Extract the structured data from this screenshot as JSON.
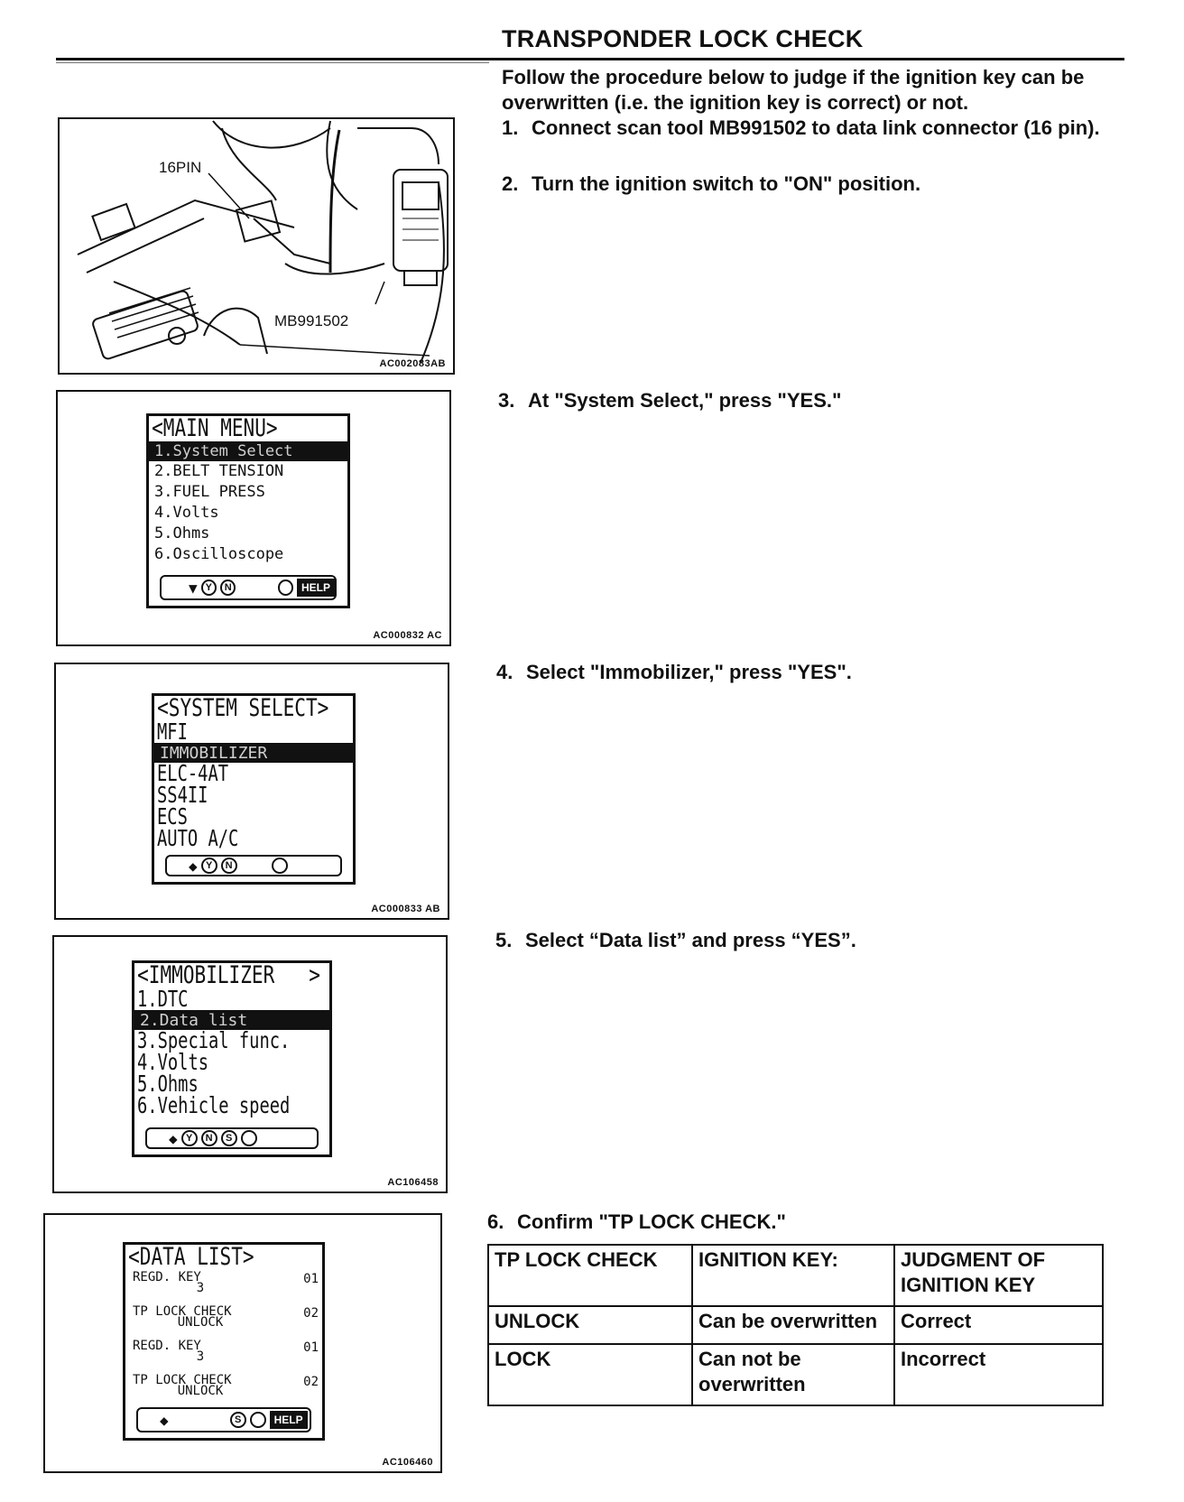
{
  "title": "TRANSPONDER LOCK CHECK",
  "intro": "Follow the procedure below to judge if the ignition key can be overwritten (i.e. the ignition key is correct) or not.",
  "steps": [
    {
      "num": "1.",
      "text": "Connect scan tool MB991502 to data link connector (16 pin)."
    },
    {
      "num": "2.",
      "text": "Turn the ignition switch to \"ON\" position."
    },
    {
      "num": "3.",
      "text": "At \"System Select,\" press \"YES.\""
    },
    {
      "num": "4.",
      "text": "Select \"Immobilizer,\" press \"YES\"."
    },
    {
      "num": "5.",
      "text": "Select “Data list” and press “YES”."
    },
    {
      "num": "6.",
      "text": "Confirm \"TP LOCK CHECK.\""
    }
  ],
  "figures": {
    "connection": {
      "label_pin": "16PIN",
      "label_tool": "MB991502",
      "code": "AC002083AB"
    },
    "main_menu": {
      "code": "AC000832 AC",
      "header": "<MAIN MENU>",
      "items": [
        "1.System Select",
        "2.BELT TENSION",
        "3.FUEL PRESS",
        "4.Volts",
        "5.Ohms",
        "6.Oscilloscope"
      ],
      "help": "HELP"
    },
    "system_select": {
      "code": "AC000833 AB",
      "header": "<SYSTEM SELECT>",
      "items": [
        "MFI",
        "IMMOBILIZER",
        "ELC-4AT",
        "SS4II",
        "ECS",
        "AUTO A/C"
      ]
    },
    "immobilizer": {
      "code": "AC106458",
      "header": "<IMMOBILIZER   >",
      "items": [
        "1.DTC",
        "2.Data list",
        "3.Special func.",
        "4.Volts",
        "5.Ohms",
        "6.Vehicle speed"
      ]
    },
    "data_list": {
      "code": "AC106460",
      "header": "<DATA LIST>",
      "rows": [
        {
          "label": "REGD. KEY",
          "value": "3",
          "code": "01"
        },
        {
          "label": "TP LOCK CHECK",
          "value": "UNLOCK",
          "code": "02"
        },
        {
          "label": "REGD. KEY",
          "value": "3",
          "code": "01"
        },
        {
          "label": "TP LOCK CHECK",
          "value": "UNLOCK",
          "code": "02"
        }
      ],
      "help": "HELP"
    }
  },
  "table": {
    "headers": [
      "TP LOCK CHECK",
      "IGNITION KEY:",
      "JUDGMENT OF IGNITION KEY"
    ],
    "rows": [
      [
        "UNLOCK",
        "Can be overwritten",
        "Correct"
      ],
      [
        "LOCK",
        "Can not be overwritten",
        "Incorrect"
      ]
    ]
  }
}
